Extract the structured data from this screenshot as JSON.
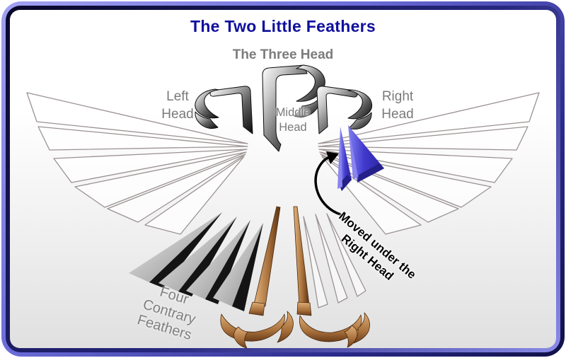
{
  "title": "The Two Little Feathers",
  "subtitle": "The Three Head",
  "heads": {
    "left": {
      "line1": "Left",
      "line2": "Head"
    },
    "middle": {
      "line1": "Middle",
      "line2": "Head"
    },
    "right": {
      "line1": "Right",
      "line2": "Head"
    }
  },
  "annotation": {
    "line1": "Moved under the",
    "line2": "Right Head"
  },
  "contrary_label": {
    "line1": "Four",
    "line2": "Contrary",
    "line3": "Feathers"
  },
  "colors": {
    "title_navy": "#0f0f9e",
    "label_gray": "#7a7a7a",
    "annotation_black": "#000000",
    "blue_feather": "#4038cc",
    "blue_feather_dark": "#232089",
    "blue_feather_light": "#8080f0",
    "contrary_light": "#d9d9d9",
    "contrary_dark": "#141414",
    "leg_brown": "#a9713c",
    "wing_stroke": "#9c9292",
    "frame_light": "#a2a2f2",
    "frame_dark": "#101048",
    "background_bottom": "#e0e0e0"
  }
}
